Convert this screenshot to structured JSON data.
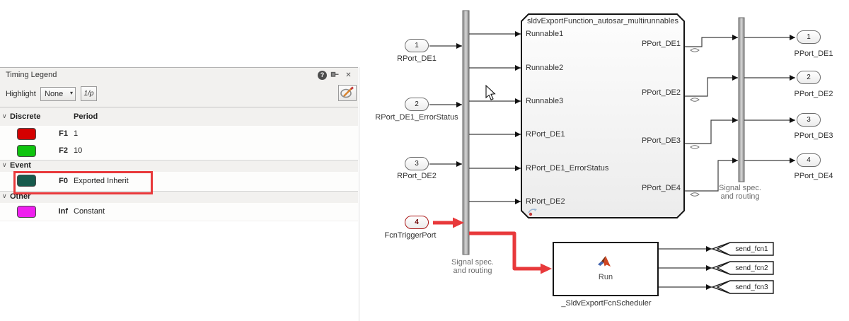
{
  "colors": {
    "swatch_red": "#d40000",
    "swatch_green": "#0fc40f",
    "swatch_teal": "#175a4c",
    "swatch_magenta": "#ef1fef",
    "annotation_red": "#e8393b",
    "trigger_fill": "#ee4545",
    "trigger_border": "#aa1515"
  },
  "legend": {
    "title": "Timing Legend",
    "highlight_label": "Highlight",
    "highlight_value": "None",
    "rate_button": "1/p",
    "icons": {
      "help": "?",
      "close": "✕",
      "caret": "▾",
      "chevron": "∨"
    },
    "columns": [
      "Discrete",
      "Period"
    ],
    "groups": [
      {
        "name": "Discrete",
        "rows": [
          {
            "code": "F1",
            "period": "1"
          },
          {
            "code": "F2",
            "period": "10"
          }
        ]
      },
      {
        "name": "Event",
        "rows": [
          {
            "code": "F0",
            "period": "Exported Inherit"
          }
        ]
      },
      {
        "name": "Other",
        "rows": [
          {
            "code": "Inf",
            "period": "Constant"
          }
        ]
      }
    ]
  },
  "diagram": {
    "block": {
      "title": "sldvExportFunction_autosar_multirunnables",
      "inputs": [
        "Runnable1",
        "Runnable2",
        "Runnable3",
        "RPort_DE1",
        "RPort_DE1_ErrorStatus",
        "RPort_DE2"
      ],
      "outputs": [
        "PPort_DE1",
        "PPort_DE2",
        "PPort_DE3",
        "PPort_DE4"
      ]
    },
    "inports": [
      {
        "num": "1",
        "label": "RPort_DE1"
      },
      {
        "num": "2",
        "label": "RPort_DE1_ErrorStatus"
      },
      {
        "num": "3",
        "label": "RPort_DE2"
      }
    ],
    "trigger_port": {
      "num": "4",
      "label": "FcnTriggerPort"
    },
    "outports": [
      {
        "num": "1",
        "label": "PPort_DE1"
      },
      {
        "num": "2",
        "label": "PPort_DE2"
      },
      {
        "num": "3",
        "label": "PPort_DE3"
      },
      {
        "num": "4",
        "label": "PPort_DE4"
      }
    ],
    "routing_left": {
      "line1": "Signal spec.",
      "line2": "and routing"
    },
    "routing_right": {
      "line1": "Signal spec.",
      "line2": "and routing"
    },
    "scheduler": {
      "run_label": "Run",
      "name": "_SldvExportFcnScheduler",
      "tags": [
        "send_fcn1",
        "send_fcn2",
        "send_fcn3"
      ]
    }
  }
}
